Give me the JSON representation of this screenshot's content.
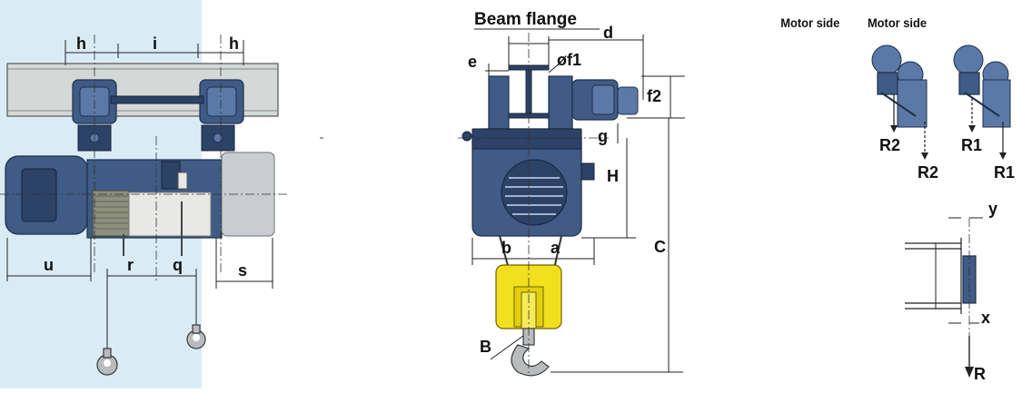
{
  "left_view": {
    "dims": {
      "h_left": "h",
      "i": "i",
      "h_right": "h",
      "u": "u",
      "r": "r",
      "q": "q",
      "s": "s"
    }
  },
  "middle_view": {
    "title": "Beam flange",
    "dims": {
      "d": "d",
      "e": "e",
      "f1": "øf1",
      "f2": "f2",
      "g": "g",
      "H": "H",
      "C": "C",
      "b": "b",
      "a": "a",
      "B": "B"
    },
    "colors": {
      "hook_block": "#f2e01e"
    }
  },
  "right_top": {
    "motor_side_left": "Motor side",
    "motor_side_right": "Motor side",
    "r_labels": {
      "left_upper": "R2",
      "left_lower": "R2",
      "right_upper": "R1",
      "right_lower": "R1"
    }
  },
  "right_bottom": {
    "dims": {
      "y": "y",
      "x": "x",
      "R": "R"
    }
  },
  "colors": {
    "background_panel": "#d9ecf6",
    "steel": "#3f5b86"
  }
}
